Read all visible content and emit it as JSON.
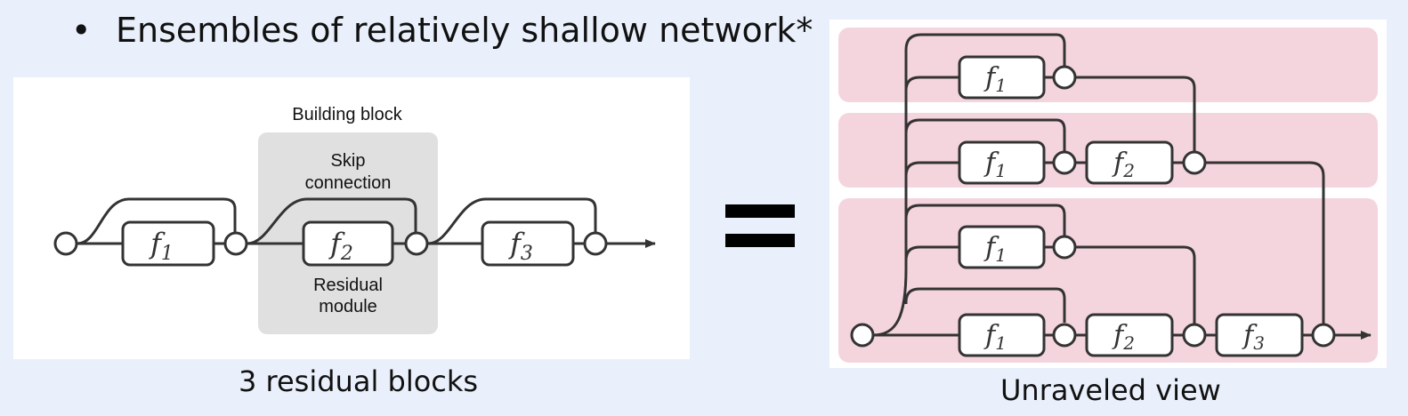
{
  "bullet": {
    "symbol": "•",
    "text": "Ensembles of relatively shallow network*"
  },
  "left_diagram": {
    "building_block_label": "Building block",
    "skip_label_line1": "Skip",
    "skip_label_line2": "connection",
    "residual_label_line1": "Residual",
    "residual_label_line2": "module",
    "modules": [
      {
        "name": "f",
        "sub": "1"
      },
      {
        "name": "f",
        "sub": "2"
      },
      {
        "name": "f",
        "sub": "3"
      }
    ],
    "caption": "3 residual blocks"
  },
  "equals_sign": "=",
  "right_diagram": {
    "row1": [
      {
        "name": "f",
        "sub": "1"
      }
    ],
    "row2": [
      {
        "name": "f",
        "sub": "1"
      },
      {
        "name": "f",
        "sub": "2"
      }
    ],
    "row3": [
      {
        "name": "f",
        "sub": "1"
      }
    ],
    "row4": [
      {
        "name": "f",
        "sub": "1"
      },
      {
        "name": "f",
        "sub": "2"
      },
      {
        "name": "f",
        "sub": "3"
      }
    ],
    "caption": "Unraveled view"
  },
  "colors": {
    "background": "#eaf0fb",
    "band": "#f4d5dd",
    "block_highlight": "#e0e0e0",
    "stroke": "#333333"
  }
}
